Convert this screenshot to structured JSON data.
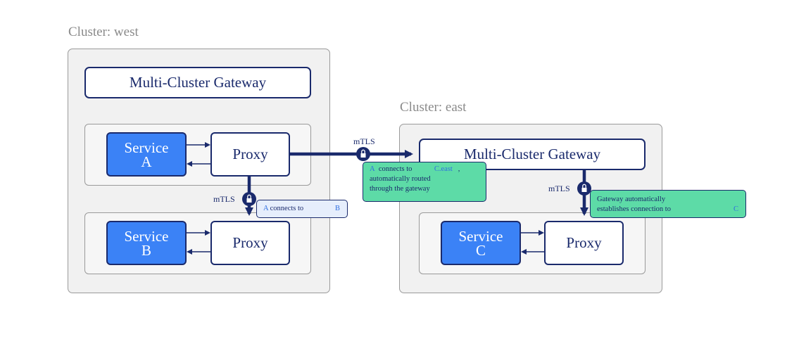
{
  "clusters": {
    "west": {
      "label": "Cluster: west",
      "gateway": "Multi-Cluster Gateway",
      "service_a": {
        "line1": "Service",
        "line2": "A"
      },
      "service_b": {
        "line1": "Service",
        "line2": "B"
      },
      "proxy_a": "Proxy",
      "proxy_b": "Proxy"
    },
    "east": {
      "label": "Cluster: east",
      "gateway": "Multi-Cluster Gateway",
      "service_c": {
        "line1": "Service",
        "line2": "C"
      },
      "proxy_c": "Proxy"
    }
  },
  "links": {
    "cross_cluster": {
      "protocol": "mTLS"
    },
    "west_internal": {
      "protocol": "mTLS"
    },
    "east_internal": {
      "protocol": "mTLS"
    }
  },
  "notes": {
    "cross": {
      "a": "A",
      "connects_to": "connects to",
      "target": "C.east",
      "comma": ",",
      "line2": "automatically routed",
      "line3": "through the gateway"
    },
    "west": {
      "a": "A",
      "connects_to": "connects to",
      "target": "B"
    },
    "east": {
      "line1": "Gateway automatically",
      "line2": "establishes connection to",
      "target": "C"
    }
  },
  "colors": {
    "navy": "#1a2a6c",
    "service_blue": "#3b82f6",
    "note_green": "#5ddba7",
    "note_light": "#e6eefc",
    "cluster_gray": "#f1f1f1"
  }
}
